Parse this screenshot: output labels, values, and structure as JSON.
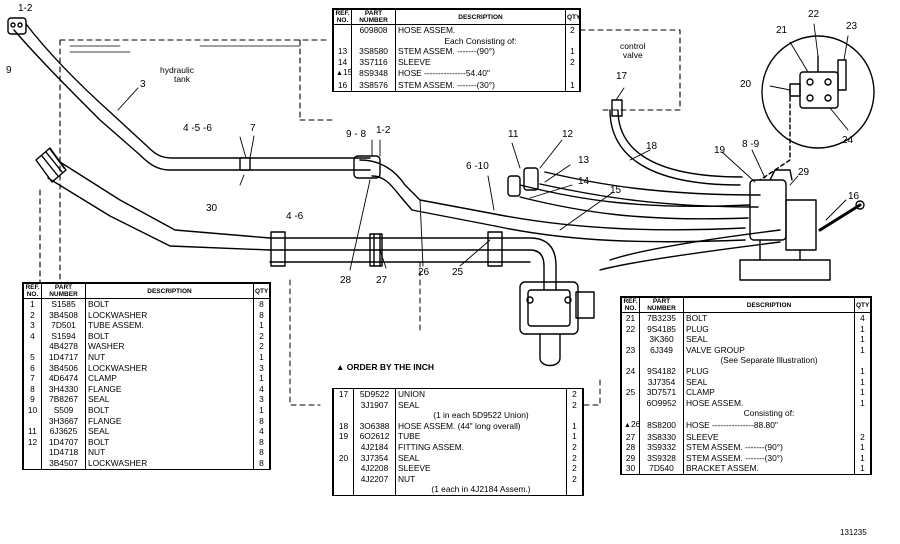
{
  "header_cols": {
    "ref": "REF. NO.",
    "part": "PART NUMBER",
    "desc": "DESCRIPTION",
    "qty": "QTY"
  },
  "callouts": [
    {
      "id": "c-1-2-top",
      "text": "1-2"
    },
    {
      "id": "c-9-top",
      "text": "9"
    },
    {
      "id": "c-3",
      "text": "3"
    },
    {
      "id": "c-4-5-6",
      "text": "4 -5 -6"
    },
    {
      "id": "c-7",
      "text": "7"
    },
    {
      "id": "c-30",
      "text": "30"
    },
    {
      "id": "c-4-6",
      "text": "4 -6"
    },
    {
      "id": "c-9-8",
      "text": "9 - 8"
    },
    {
      "id": "c-1-2-mid",
      "text": "1-2"
    },
    {
      "id": "c-6-10",
      "text": "6 -10"
    },
    {
      "id": "c-11",
      "text": "11"
    },
    {
      "id": "c-12",
      "text": "12"
    },
    {
      "id": "c-13",
      "text": "13"
    },
    {
      "id": "c-14",
      "text": "14"
    },
    {
      "id": "c-15",
      "text": "15"
    },
    {
      "id": "c-17",
      "text": "17"
    },
    {
      "id": "c-18",
      "text": "18"
    },
    {
      "id": "c-19",
      "text": "19"
    },
    {
      "id": "c-8-9-right",
      "text": "8 -9"
    },
    {
      "id": "c-29",
      "text": "29"
    },
    {
      "id": "c-16",
      "text": "16"
    },
    {
      "id": "c-20",
      "text": "20"
    },
    {
      "id": "c-21",
      "text": "21"
    },
    {
      "id": "c-22",
      "text": "22"
    },
    {
      "id": "c-23",
      "text": "23"
    },
    {
      "id": "c-24",
      "text": "24"
    },
    {
      "id": "c-28",
      "text": "28"
    },
    {
      "id": "c-27",
      "text": "27"
    },
    {
      "id": "c-26",
      "text": "26"
    },
    {
      "id": "c-25",
      "text": "25"
    }
  ],
  "notes": {
    "hydraulic_tank": "hydraulic\ntank",
    "control_valve": "control\nvalve",
    "order_by_inch": "ORDER BY THE INCH",
    "drawing_number": "131235"
  },
  "table_top": [
    {
      "ref": "",
      "part": "609808",
      "desc": "HOSE ASSEM.",
      "qty": "2",
      "mark": ""
    },
    {
      "ref": "",
      "part": "",
      "desc": "Each Consisting of:",
      "qty": "",
      "mark": "",
      "center": true
    },
    {
      "ref": "13",
      "part": "3S8580",
      "desc": "STEM ASSEM. -------(90°)",
      "qty": "1",
      "mark": ""
    },
    {
      "ref": "14",
      "part": "3S7116",
      "desc": "SLEEVE",
      "qty": "2",
      "mark": ""
    },
    {
      "ref": "15",
      "part": "8S9348",
      "desc": "HOSE ---------------54.40\"",
      "qty": "",
      "mark": "▲"
    },
    {
      "ref": "16",
      "part": "3S8576",
      "desc": "STEM ASSEM. -------(30°)",
      "qty": "1",
      "mark": ""
    }
  ],
  "table_left": [
    {
      "ref": "1",
      "part": "S1585",
      "desc": "BOLT",
      "qty": "8"
    },
    {
      "ref": "2",
      "part": "3B4508",
      "desc": "LOCKWASHER",
      "qty": "8"
    },
    {
      "ref": "3",
      "part": "7D501",
      "desc": "TUBE ASSEM.",
      "qty": "1"
    },
    {
      "ref": "4",
      "part": "S1594",
      "desc": "BOLT",
      "qty": "2"
    },
    {
      "ref": "",
      "part": "4B4278",
      "desc": "WASHER",
      "qty": "2"
    },
    {
      "ref": "5",
      "part": "1D4717",
      "desc": "NUT",
      "qty": "1"
    },
    {
      "ref": "6",
      "part": "3B4506",
      "desc": "LOCKWASHER",
      "qty": "3"
    },
    {
      "ref": "7",
      "part": "4D6474",
      "desc": "CLAMP",
      "qty": "1"
    },
    {
      "ref": "8",
      "part": "3H4330",
      "desc": "FLANGE",
      "qty": "4"
    },
    {
      "ref": "9",
      "part": "7B8267",
      "desc": "SEAL",
      "qty": "3"
    },
    {
      "ref": "10",
      "part": "S509",
      "desc": "BOLT",
      "qty": "1"
    },
    {
      "ref": "",
      "part": "3H3667",
      "desc": "FLANGE",
      "qty": "8"
    },
    {
      "ref": "11",
      "part": "6J3625",
      "desc": "SEAL",
      "qty": "4"
    },
    {
      "ref": "12",
      "part": "1D4707",
      "desc": "BOLT",
      "qty": "8"
    },
    {
      "ref": "",
      "part": "1D4718",
      "desc": "NUT",
      "qty": "8"
    },
    {
      "ref": "",
      "part": "3B4507",
      "desc": "LOCKWASHER",
      "qty": "8"
    }
  ],
  "table_mid": [
    {
      "ref": "17",
      "part": "5D9522",
      "desc": "UNION",
      "qty": "2"
    },
    {
      "ref": "",
      "part": "3J1907",
      "desc": "SEAL",
      "qty": "2"
    },
    {
      "ref": "",
      "part": "",
      "desc": "(1 in each 5D9522 Union)",
      "qty": "",
      "center": true
    },
    {
      "ref": "18",
      "part": "3O6388",
      "desc": "HOSE ASSEM. (44\" long overall)",
      "qty": "1"
    },
    {
      "ref": "19",
      "part": "6O2612",
      "desc": "TUBE",
      "qty": "1"
    },
    {
      "ref": "",
      "part": "4J2184",
      "desc": "FITTING ASSEM.",
      "qty": "2"
    },
    {
      "ref": "20",
      "part": "3J7354",
      "desc": "SEAL",
      "qty": "2"
    },
    {
      "ref": "",
      "part": "4J2208",
      "desc": "SLEEVE",
      "qty": "2"
    },
    {
      "ref": "",
      "part": "4J2207",
      "desc": "NUT",
      "qty": "2"
    },
    {
      "ref": "",
      "part": "",
      "desc": "(1 each in 4J2184 Assem.)",
      "qty": "",
      "center": true
    }
  ],
  "table_right": [
    {
      "ref": "21",
      "part": "7B3235",
      "desc": "BOLT",
      "qty": "4",
      "mark": ""
    },
    {
      "ref": "22",
      "part": "9S4185",
      "desc": "PLUG",
      "qty": "1",
      "mark": ""
    },
    {
      "ref": "",
      "part": "3K360",
      "desc": "SEAL",
      "qty": "1",
      "mark": ""
    },
    {
      "ref": "23",
      "part": "6J349",
      "desc": "VALVE GROUP",
      "qty": "1",
      "mark": ""
    },
    {
      "ref": "",
      "part": "",
      "desc": "(See Separate Illustration)",
      "qty": "",
      "mark": "",
      "center": true
    },
    {
      "ref": "24",
      "part": "9S4182",
      "desc": "PLUG",
      "qty": "1",
      "mark": ""
    },
    {
      "ref": "",
      "part": "3J7354",
      "desc": "SEAL",
      "qty": "1",
      "mark": ""
    },
    {
      "ref": "25",
      "part": "3D7571",
      "desc": "CLAMP",
      "qty": "1",
      "mark": ""
    },
    {
      "ref": "",
      "part": "6O9952",
      "desc": "HOSE ASSEM.",
      "qty": "1",
      "mark": ""
    },
    {
      "ref": "",
      "part": "",
      "desc": "Consisting of:",
      "qty": "",
      "mark": "",
      "center": true
    },
    {
      "ref": "26",
      "part": "8S8200",
      "desc": "HOSE ---------------88.80\"",
      "qty": "",
      "mark": "▲"
    },
    {
      "ref": "27",
      "part": "3S8330",
      "desc": "SLEEVE",
      "qty": "2",
      "mark": ""
    },
    {
      "ref": "28",
      "part": "3S9332",
      "desc": "STEM ASSEM. -------(90°)",
      "qty": "1",
      "mark": ""
    },
    {
      "ref": "29",
      "part": "3S9328",
      "desc": "STEM ASSEM. -------(30°)",
      "qty": "1",
      "mark": ""
    },
    {
      "ref": "30",
      "part": "7D540",
      "desc": "BRACKET ASSEM.",
      "qty": "1",
      "mark": ""
    }
  ]
}
